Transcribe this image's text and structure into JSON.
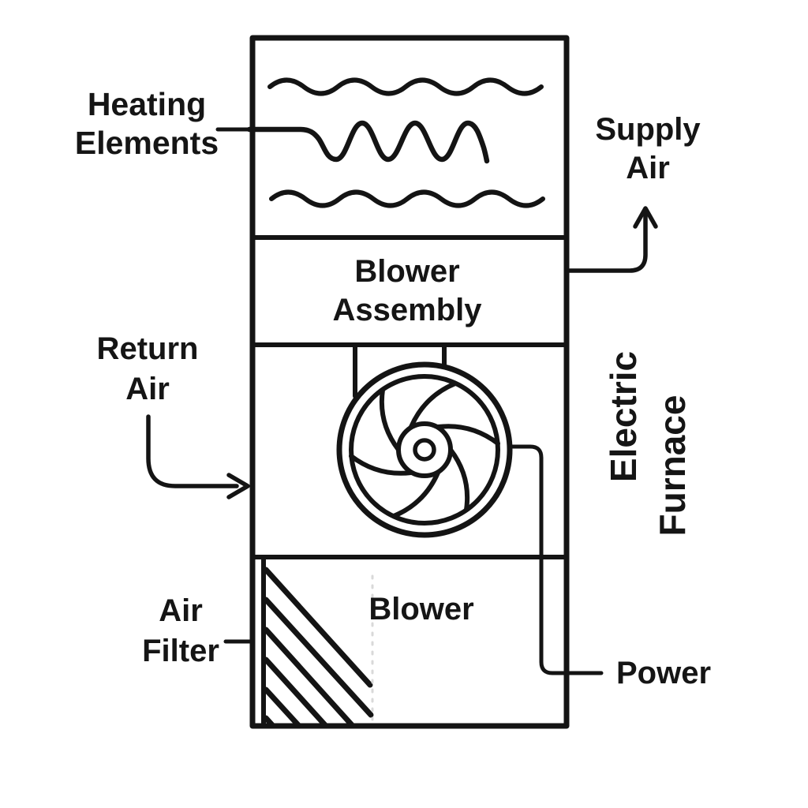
{
  "diagram": {
    "type": "labeled-technical-diagram",
    "colors": {
      "background": "#ffffff",
      "line": "#141414",
      "text": "#151515",
      "faint_filter_edge": "#d9d9d9"
    },
    "labels": {
      "heating_elements": {
        "line1": "Heating",
        "line2": "Elements"
      },
      "supply_air": {
        "line1": "Supply",
        "line2": "Air"
      },
      "return_air": {
        "line1": "Return",
        "line2": "Air"
      },
      "blower_assembly": {
        "line1": "Blower",
        "line2": "Assembly"
      },
      "blower": "Blower",
      "air_filter": {
        "line1": "Air",
        "line2": "Filter"
      },
      "power": "Power",
      "electric_furnace": {
        "line1": "Electric",
        "line2": "Furnace"
      }
    }
  }
}
